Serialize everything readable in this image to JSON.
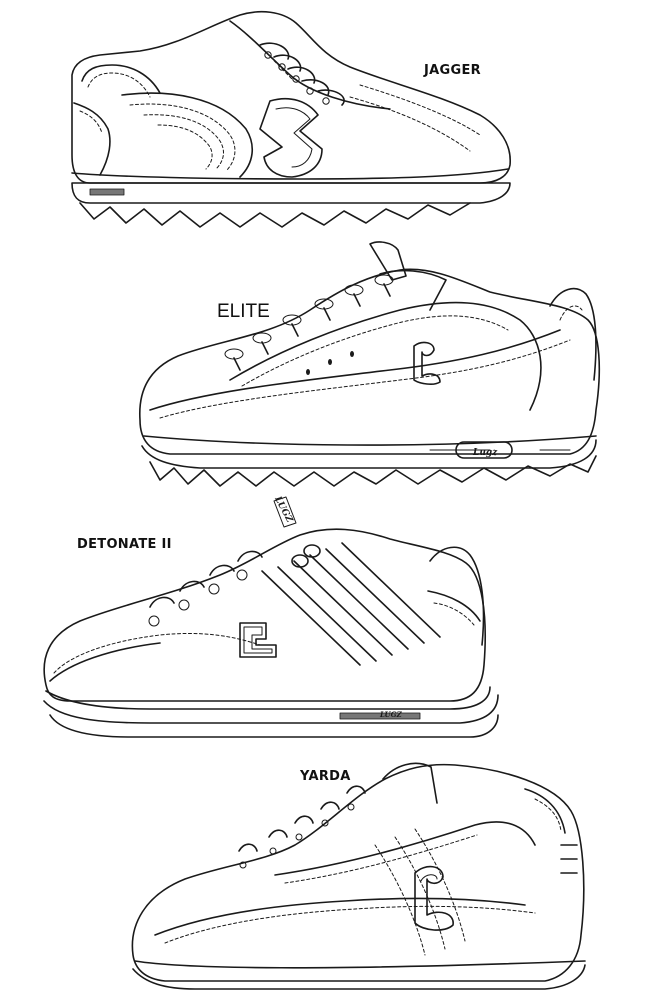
{
  "shoes": [
    {
      "name": "JAGGER"
    },
    {
      "name": "ELITE"
    },
    {
      "name": "DETONATE II"
    },
    {
      "name": "YARDA"
    }
  ],
  "brand": {
    "tongue_text": "LUGZ",
    "heel_badge_text": "Lugz",
    "sole_text": "LUGZ"
  }
}
